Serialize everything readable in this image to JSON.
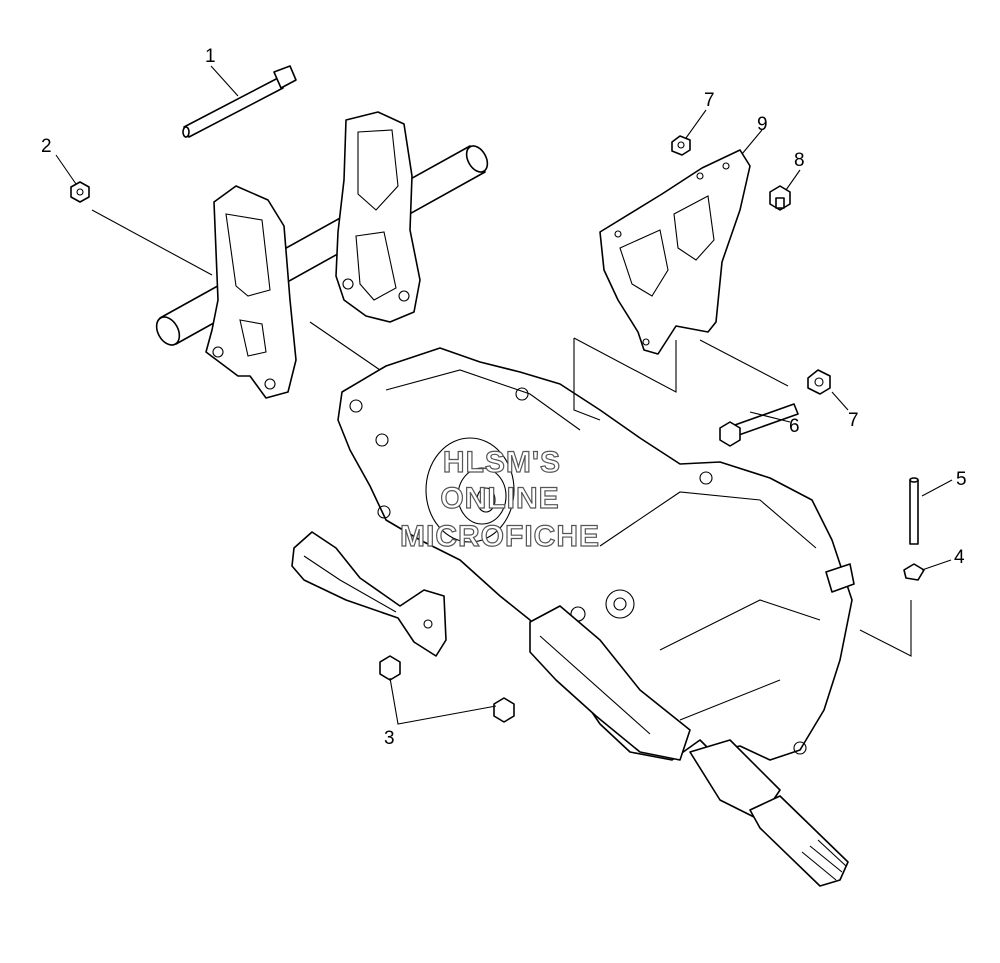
{
  "callouts": [
    {
      "label": "1"
    },
    {
      "label": "2"
    },
    {
      "label": "3"
    },
    {
      "label": "4"
    },
    {
      "label": "5"
    },
    {
      "label": "6"
    },
    {
      "label": "7"
    },
    {
      "label": "7"
    },
    {
      "label": "8"
    },
    {
      "label": "9"
    }
  ],
  "watermark": {
    "line1": "HLSM'S",
    "line2": "ONLINE",
    "line3": "MICROFICHE"
  }
}
